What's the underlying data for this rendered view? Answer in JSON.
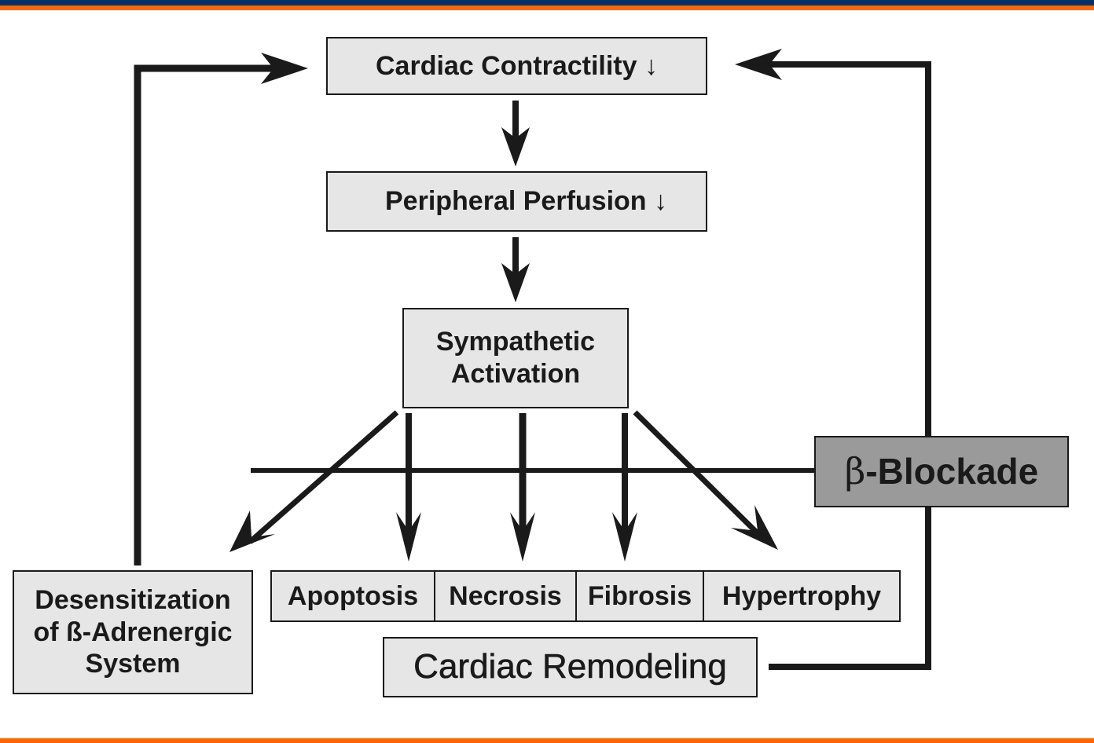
{
  "colors": {
    "header_navy": "#00336a",
    "accent_orange": "#ff6600",
    "box_fill": "#e6e6e6",
    "blockade_fill": "#9a9a9a",
    "line": "#1a1a1a"
  },
  "nodes": {
    "cardiac_contractility": "Cardiac Contractility ↓",
    "peripheral_perfusion": "Peripheral Perfusion ↓",
    "sympathetic_activation_line1": "Sympathetic",
    "sympathetic_activation_line2": "Activation",
    "beta_symbol": "β",
    "blockade": "-Blockade",
    "desensitization_line1": "Desensitization",
    "desensitization_line2": "of ß-Adrenergic",
    "desensitization_line3": "System",
    "apoptosis": "Apoptosis",
    "necrosis": "Necrosis",
    "fibrosis": "Fibrosis",
    "hypertrophy": "Hypertrophy",
    "cardiac_remodeling": "Cardiac Remodeling"
  },
  "edges": [
    {
      "from": "Cardiac Contractility",
      "to": "Peripheral Perfusion"
    },
    {
      "from": "Peripheral Perfusion",
      "to": "Sympathetic Activation"
    },
    {
      "from": "Sympathetic Activation",
      "to": "Desensitization of ß-Adrenergic System"
    },
    {
      "from": "Sympathetic Activation",
      "to": "Apoptosis"
    },
    {
      "from": "Sympathetic Activation",
      "to": "Necrosis"
    },
    {
      "from": "Sympathetic Activation",
      "to": "Fibrosis"
    },
    {
      "from": "Sympathetic Activation",
      "to": "Hypertrophy"
    },
    {
      "from": "Desensitization of ß-Adrenergic System",
      "to": "Cardiac Contractility"
    },
    {
      "from": "Cardiac Remodeling",
      "to": "Cardiac Contractility"
    },
    {
      "from": "β-Blockade",
      "to": "blocks sympathetic outputs"
    }
  ]
}
